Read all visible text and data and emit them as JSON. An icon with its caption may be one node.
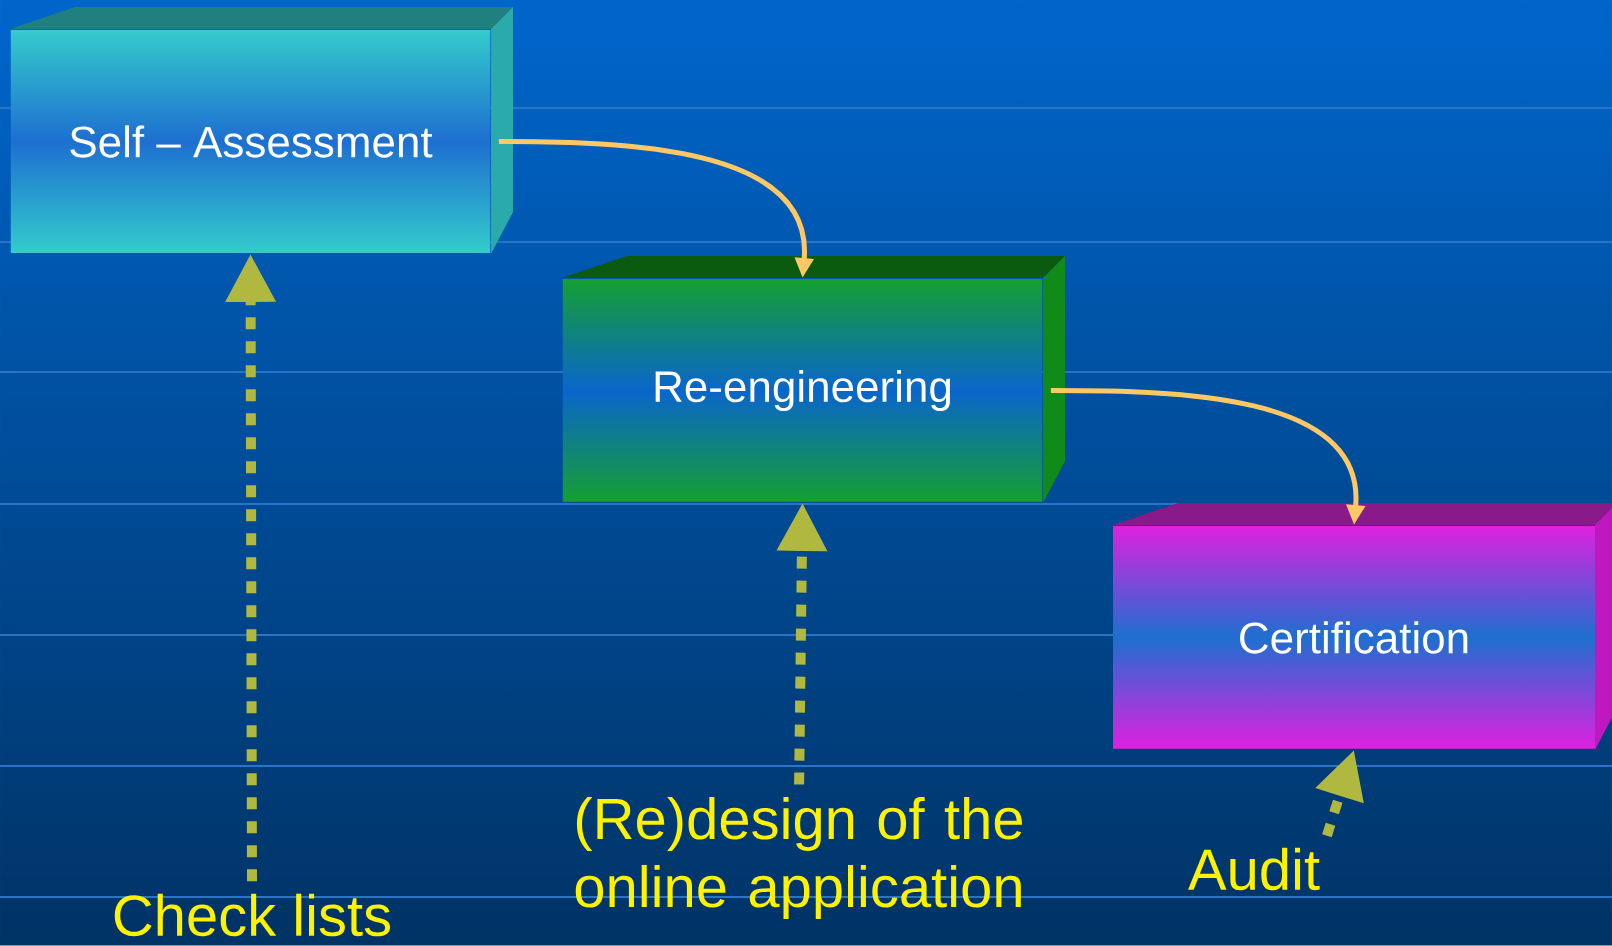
{
  "diagram": {
    "nodes": [
      {
        "text": [
          "Self – Assessment"
        ]
      },
      {
        "text": [
          "Re-engineering"
        ]
      },
      {
        "text": [
          "Certification"
        ]
      },
      {
        "text": [
          "Check lists"
        ]
      },
      {
        "text": [
          "(Re)design of the online application"
        ]
      },
      {
        "text": [
          "Audit"
        ]
      }
    ],
    "edges": [
      {
        "from": 0,
        "to": 1,
        "arrow": "to"
      },
      {
        "from": 1,
        "to": 2,
        "arrow": "to"
      },
      {
        "from": 3,
        "to": 0,
        "arrow": "to",
        "style": "dashed",
        "color": "#b0b840"
      },
      {
        "from": 4,
        "to": 1,
        "arrow": "to",
        "style": "dashed",
        "color": "#b0b840"
      },
      {
        "from": 5,
        "to": 2,
        "arrow": "to",
        "style": "dashed",
        "color": "#b0b840"
      }
    ]
  }
}
